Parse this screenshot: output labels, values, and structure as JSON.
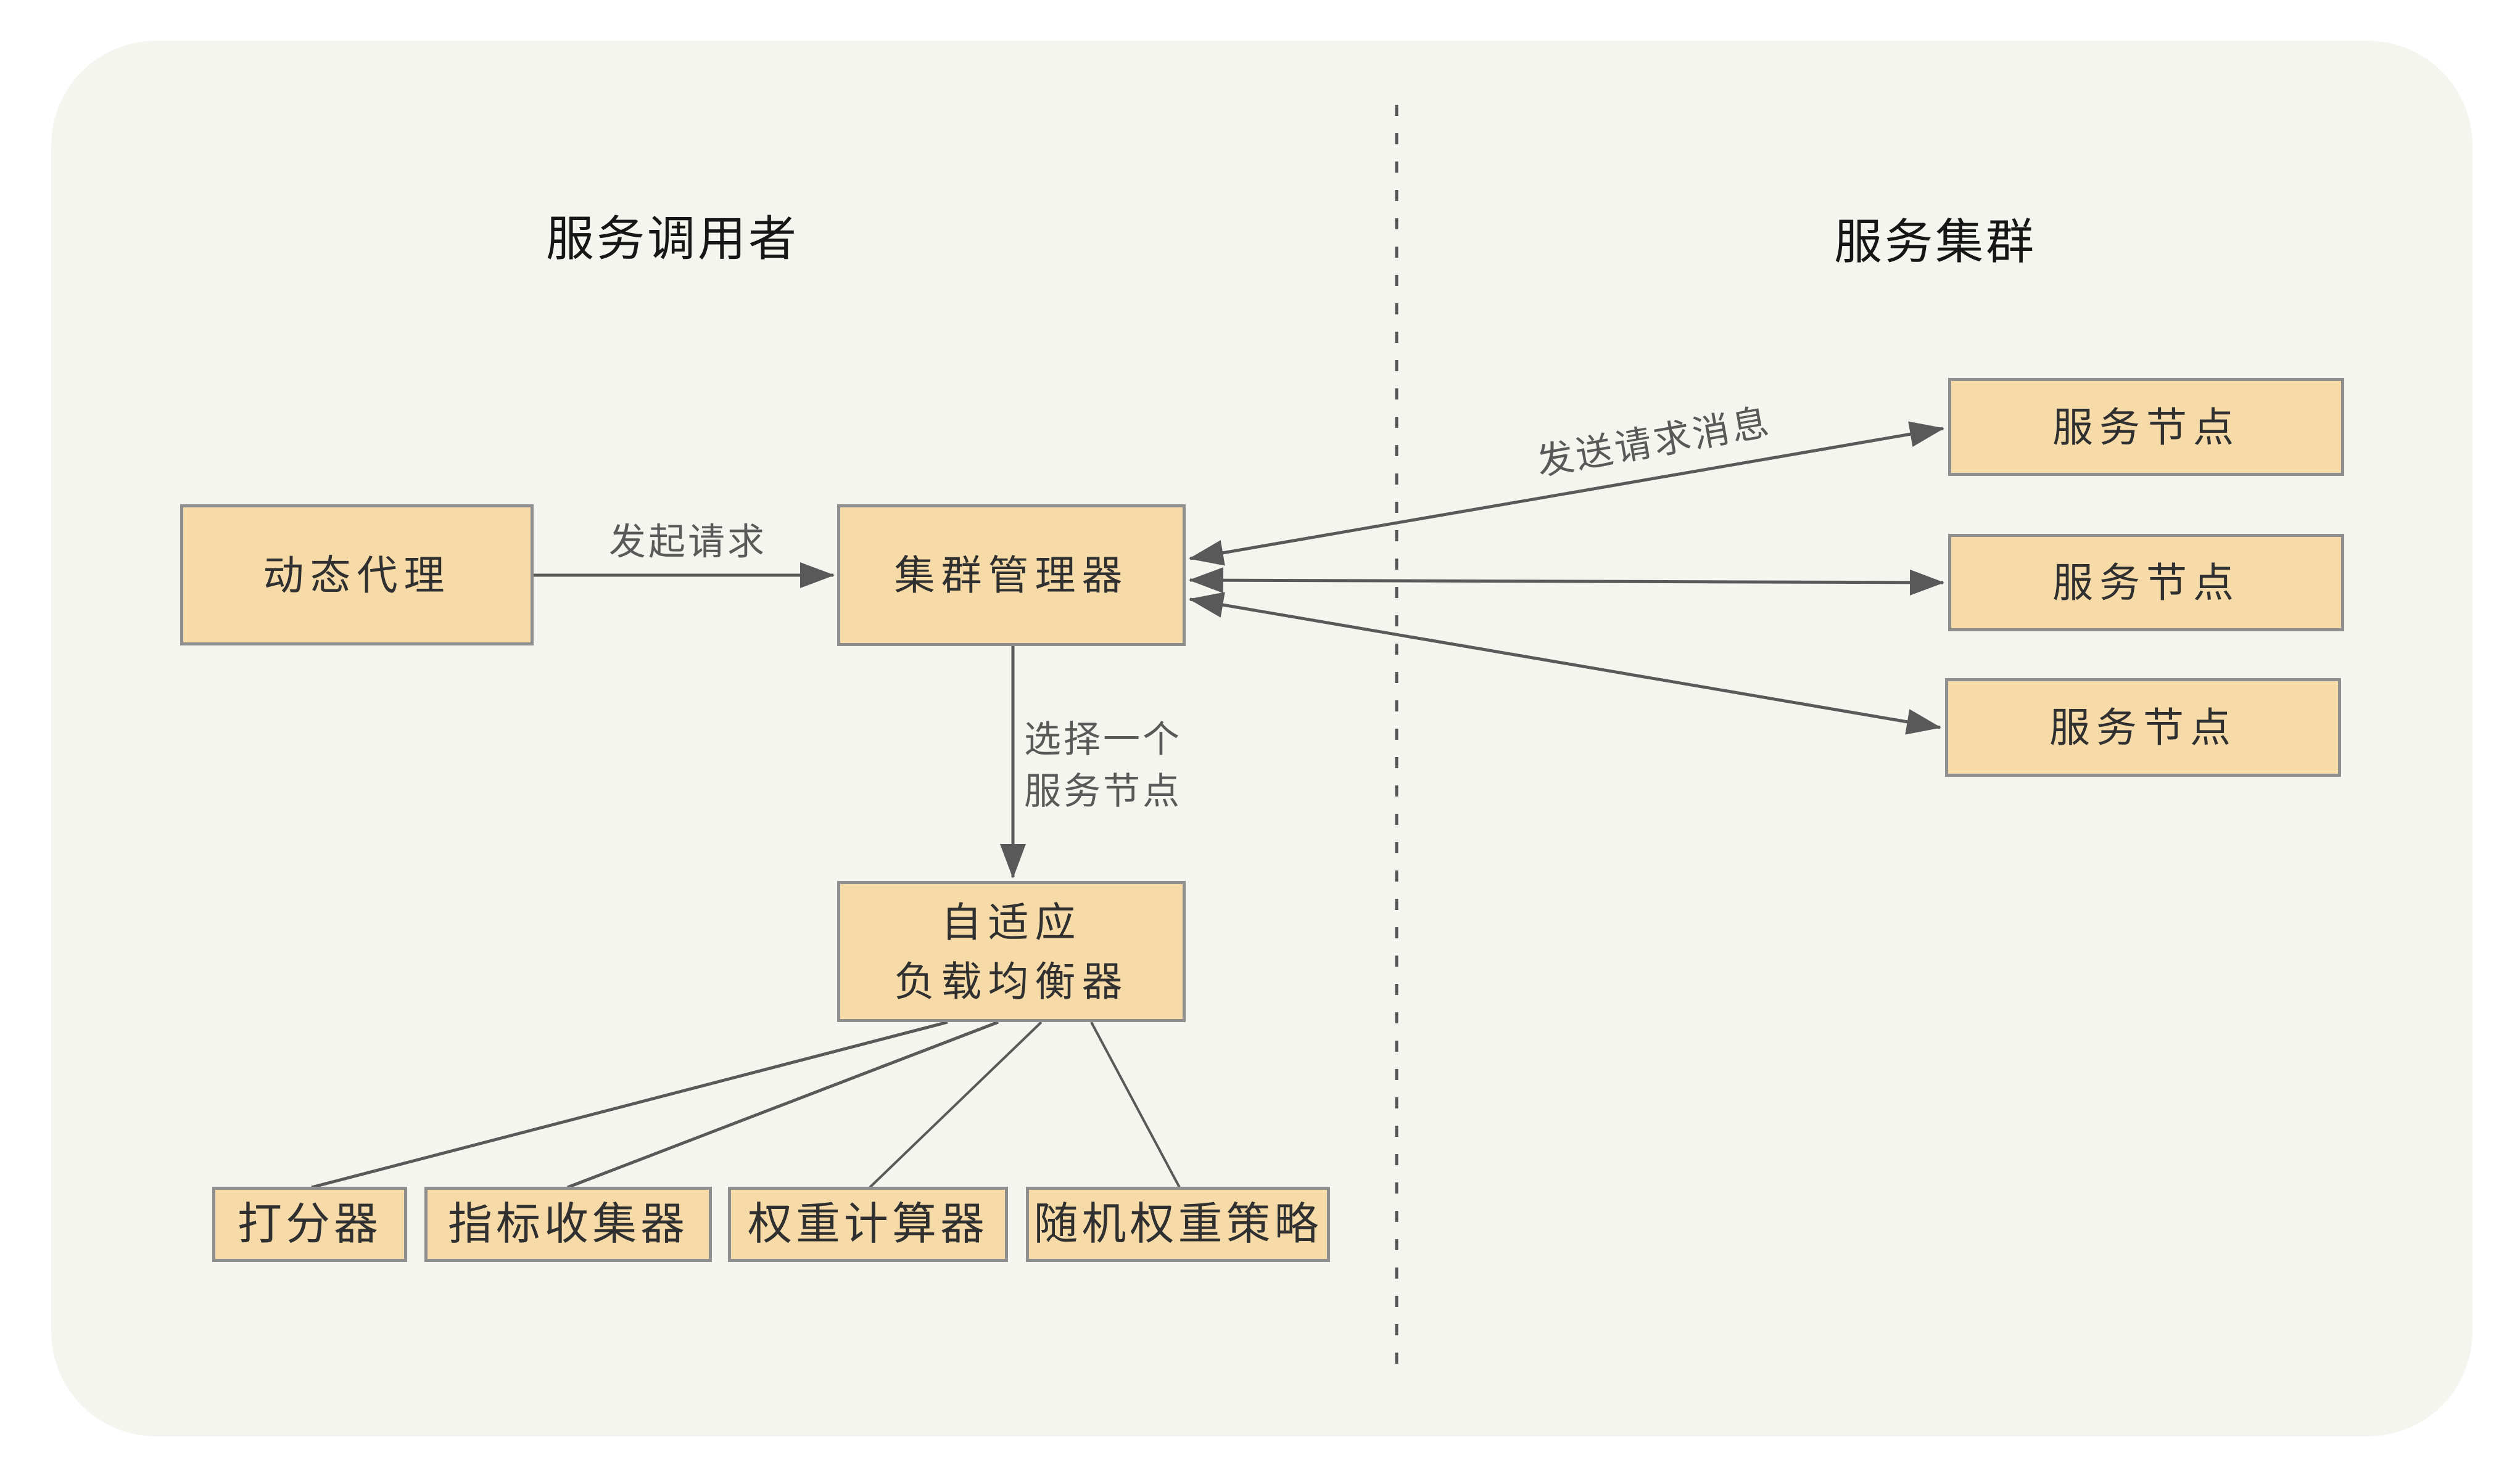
{
  "diagram": {
    "type": "architecture-diagram",
    "sections": {
      "left_title": "服务调用者",
      "right_title": "服务集群"
    },
    "nodes": {
      "dynamic_proxy": "动态代理",
      "cluster_manager": "集群管理器",
      "adaptive_lb_line1": "自适应",
      "adaptive_lb_line2": "负载均衡器",
      "service_node_1": "服务节点",
      "service_node_2": "服务节点",
      "service_node_3": "服务节点",
      "scorer": "打分器",
      "metric_collector": "指标收集器",
      "weight_calculator": "权重计算器",
      "random_weight_strategy": "随机权重策略"
    },
    "edge_labels": {
      "initiate_request": "发起请求",
      "send_request_message": "发送请求消息",
      "select_node_line1": "选择一个",
      "select_node_line2": "服务节点"
    },
    "colors": {
      "canvas_fill": "#F5F5EF",
      "box_fill": "#F6DBA8",
      "box_border": "#8F8F8F",
      "box_text": "#303030",
      "title_text": "#161616",
      "line_and_label": "#595959"
    }
  }
}
